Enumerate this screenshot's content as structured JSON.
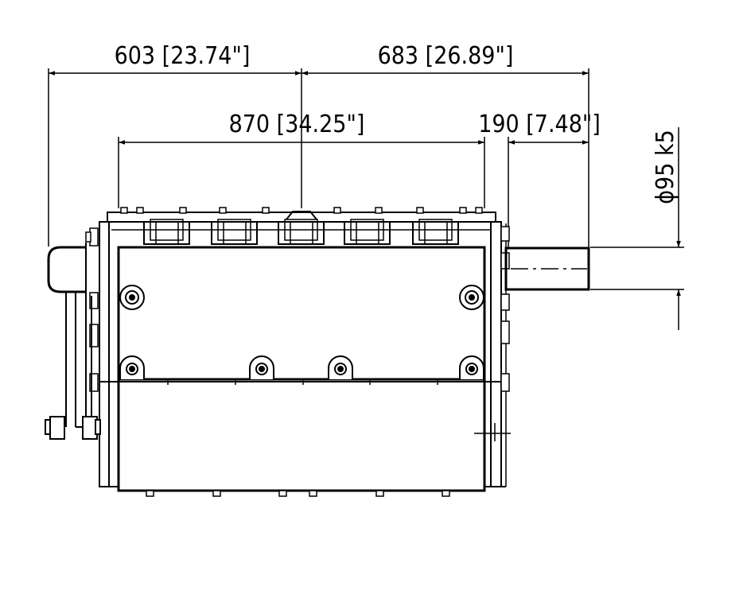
{
  "dimensions": {
    "left_top": "603 [23.74\"]",
    "right_top": "683 [26.89\"]",
    "middle": "870 [34.25\"]",
    "shaft_length": "190 [7.48\"]",
    "shaft_diameter": "ϕ95 k5"
  },
  "colors": {
    "line": "#000000",
    "background": "#ffffff"
  }
}
